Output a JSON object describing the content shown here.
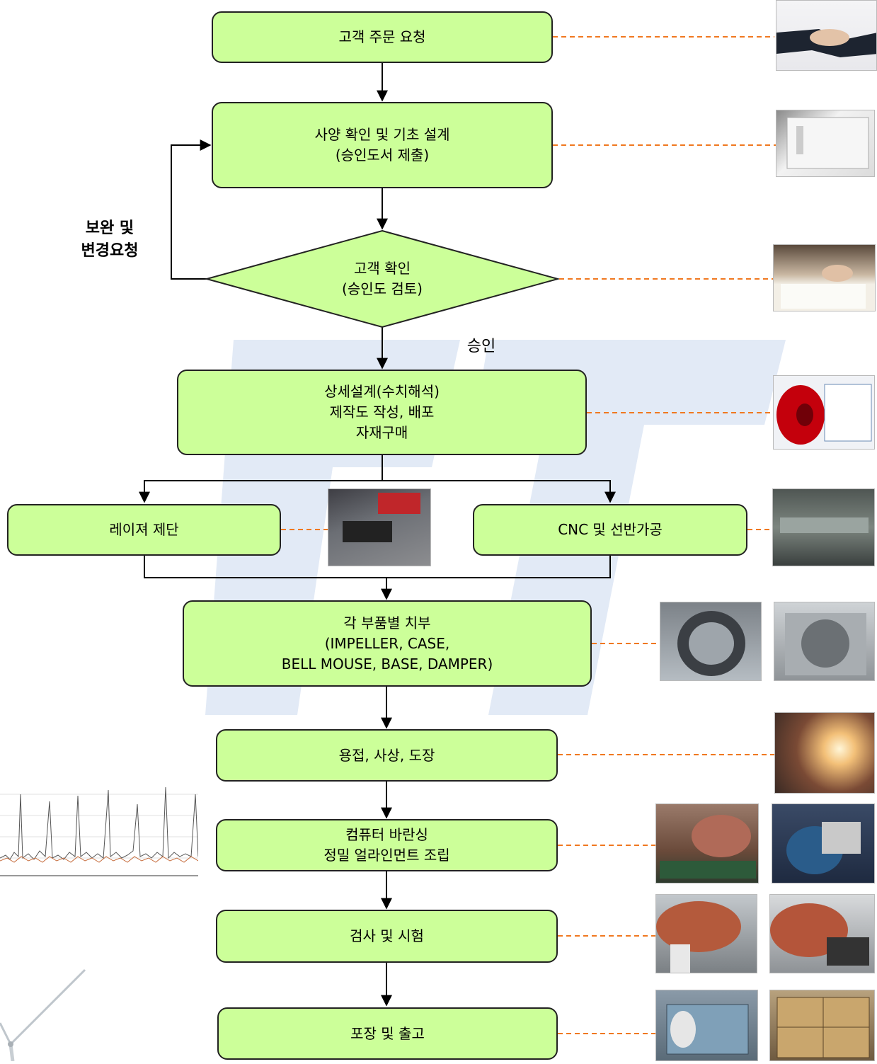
{
  "diagram": {
    "steps": {
      "order": "고객 주문 요청",
      "spec": "사양 확인 및 기초 설계\n(승인도서 제출)",
      "review": "고객 확인\n(승인도 검토)",
      "design": "상세설계(수치해석)\n제작도 작성, 배포\n자재구매",
      "laser": "레이져 제단",
      "cnc": "CNC 및 선반가공",
      "parts": "각 부품별 치부\n(IMPELLER, CASE,\nBELL MOUSE, BASE, DAMPER)",
      "welding": "용접, 사상, 도장",
      "balancing": "컴퓨터 바란싱\n정밀 얼라인먼트 조립",
      "test": "검사 및 시험",
      "shipping": "포장 및 출고"
    },
    "edge_labels": {
      "revision": "보완 및\n변경요청",
      "approved": "승인"
    }
  },
  "colors": {
    "box_fill": "#ccff99",
    "box_border": "#222222",
    "connector": "#f07820",
    "watermark": "#dfe8f5"
  },
  "photos": [
    {
      "name": "handshake-photo"
    },
    {
      "name": "document-binder-photo"
    },
    {
      "name": "signing-photo"
    },
    {
      "name": "cad-simulation-photo"
    },
    {
      "name": "laser-cutting-photo"
    },
    {
      "name": "cnc-lathe-photo"
    },
    {
      "name": "impeller-photo"
    },
    {
      "name": "fan-case-photo"
    },
    {
      "name": "welding-photo"
    },
    {
      "name": "balancing-machine-photo"
    },
    {
      "name": "motor-assembly-photo"
    },
    {
      "name": "test-photo-1"
    },
    {
      "name": "test-photo-2"
    },
    {
      "name": "crated-unit-photo"
    },
    {
      "name": "wooden-crate-photo"
    },
    {
      "name": "vibration-spectrum-graphic"
    },
    {
      "name": "wind-turbine-graphic"
    }
  ]
}
